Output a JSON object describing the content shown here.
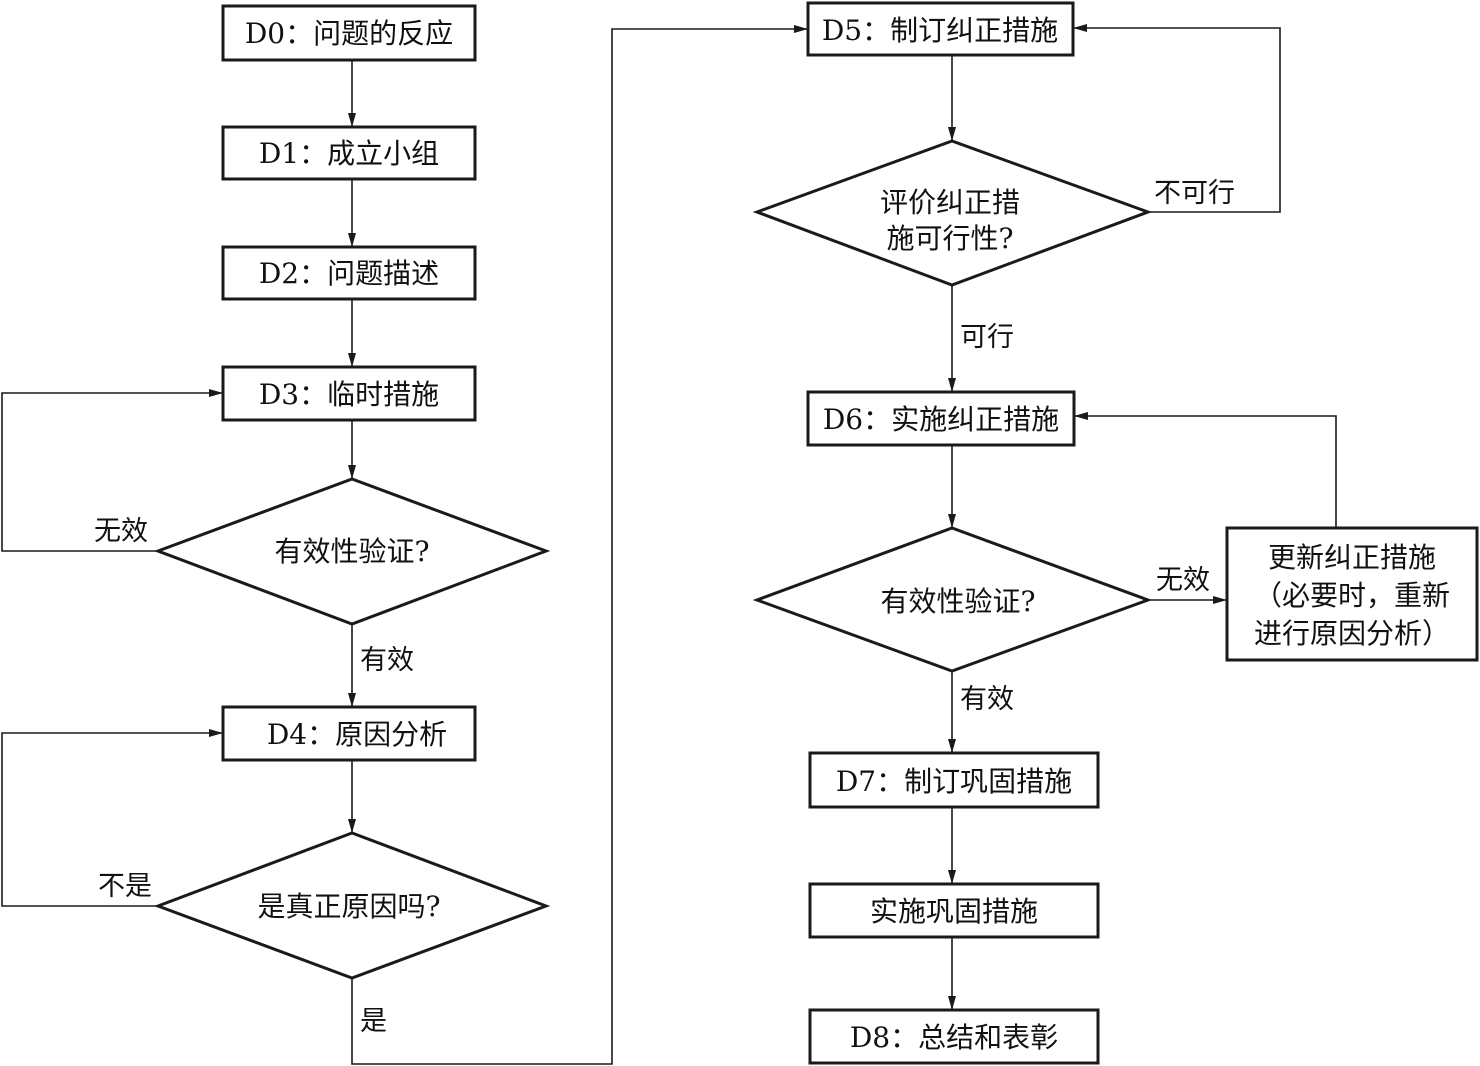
{
  "diagram": {
    "nodes": {
      "d0": "D0：问题的反应",
      "d1": "D1：成立小组",
      "d2": "D2：问题描述",
      "d3": "D3：临时措施",
      "check1": "有效性验证?",
      "d4": "D4：原因分析",
      "root_cause": "是真正原因吗?",
      "d5": "D5：制订纠正措施",
      "feasibility_l1": "评价纠正措",
      "feasibility_l2": "施可行性?",
      "d6": "D6：实施纠正措施",
      "check2": "有效性验证?",
      "update_l1": "更新纠正措施",
      "update_l2": "（必要时，重新",
      "update_l3": "进行原因分析）",
      "d7": "D7：制订巩固措施",
      "implement": "实施巩固措施",
      "d8": "D8：总结和表彰"
    },
    "edge_labels": {
      "check1_no": "无效",
      "check1_yes": "有效",
      "root_no": "不是",
      "root_yes": "是",
      "feas_no": "不可行",
      "feas_yes": "可行",
      "check2_no": "无效",
      "check2_yes": "有效"
    }
  }
}
